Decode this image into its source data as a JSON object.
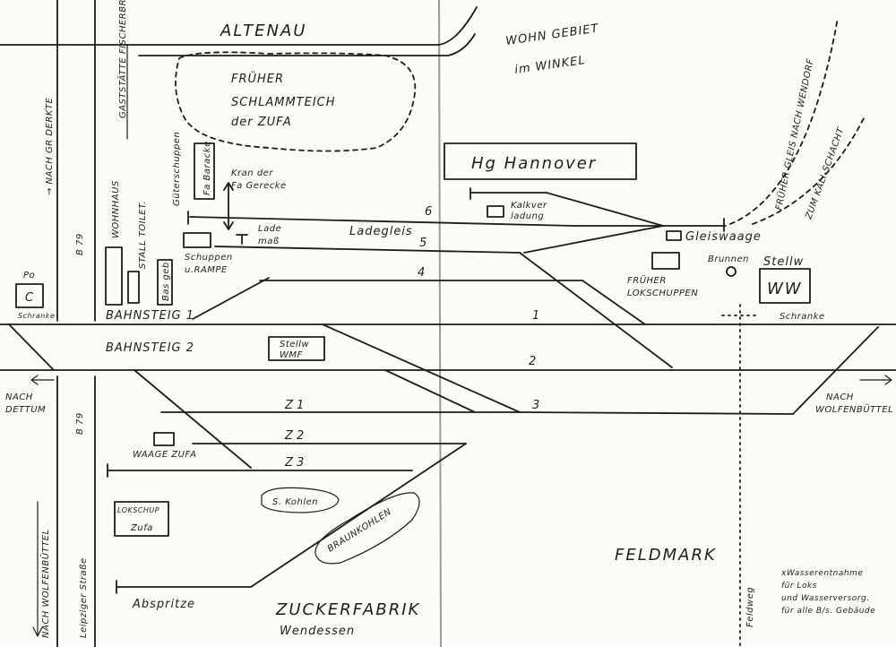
{
  "labels": {
    "altenau": "ALTENAU",
    "wohngebiet_1": "WOHN GEBIET",
    "wohngebiet_2": "im WINKEL",
    "frueher_gleis": "FRÜHER GLEIS NACH WENDORF",
    "zum_kalischacht": "ZUM KALI-SCHACHT",
    "gaststaette": "GASTSTÄTTE FISCHERBRÜNE",
    "schlammteich_1": "FRÜHER",
    "schlammteich_2": "SCHLAMMTEICH",
    "schlammteich_3": "der ZUFA",
    "nach_derkte": "→ NACH GR DERKTE",
    "b79_top": "B 79",
    "wohnhaus": "WOHNHAUS",
    "gueterschuppen": "Güterschuppen",
    "fa_baracke": "Fa Baracke",
    "kran_1": "Kran der",
    "kran_2": "Fa Gerecke",
    "hg_hannover": "Hg Hannover",
    "kalkverladung_1": "Kalkver",
    "kalkverladung_2": "ladung",
    "ladegleis": "Ladegleis",
    "lademass_1": "Lade",
    "lademass_2": "maß",
    "schuppen_rampe_1": "Schuppen",
    "schuppen_rampe_2": "u.RAMPE",
    "stall_toilet": "STALL TOILET.",
    "basgeb": "Bas geb",
    "post_1": "Po",
    "post_2": "C",
    "schranke_left": "Schranke",
    "bahnsteig_1": "BAHNSTEIG 1",
    "gleiswaage": "Gleiswaage",
    "brunnen": "Brunnen",
    "frueher_lokschuppen_1": "FRÜHER",
    "frueher_lokschuppen_2": "LOKSCHUPPEN",
    "stellw_ww_1": "Stellw",
    "stellw_ww_2": "WW",
    "schranke_right": "Schranke",
    "bahnsteig_2": "BAHNSTEIG 2",
    "stellw_wmf_1": "Stellw",
    "stellw_wmf_2": "WMF",
    "nach_dettum_1": "NACH",
    "nach_dettum_2": "DETTUM",
    "nach_wolfenbuettel_r1": "NACH",
    "nach_wolfenbuettel_r2": "WOLFENBÜTTEL",
    "b79_bottom": "B 79",
    "waage_zufa": "WAAGE ZUFA",
    "lokschuppen_zufa_1": "LOKSCHUP",
    "lokschuppen_zufa_2": "Zufa",
    "s_kohlen": "S. Kohlen",
    "braunkohlen": "BRAUNKOHLEN",
    "abspritze": "Abspritze",
    "zuckerfabrik_1": "ZUCKERFABRIK",
    "zuckerfabrik_2": "Wendessen",
    "feldmark": "FELDMARK",
    "feldweg": "Feldweg",
    "nach_wolfenbuettel_left": "NACH WOLFENBÜTTEL",
    "leipziger_strasse": "Leipziger Straße",
    "wasser_1": "xWasserentnahme",
    "wasser_2": "für Loks",
    "wasser_3": "und Wasserversorg.",
    "wasser_4": "für alle B/s. Gebäude"
  },
  "track_numbers": {
    "t1": "1",
    "t2": "2",
    "t3": "3",
    "t4": "4",
    "t5": "5",
    "t6": "6",
    "z1": "Z 1",
    "z2": "Z 2",
    "z3": "Z 3"
  }
}
